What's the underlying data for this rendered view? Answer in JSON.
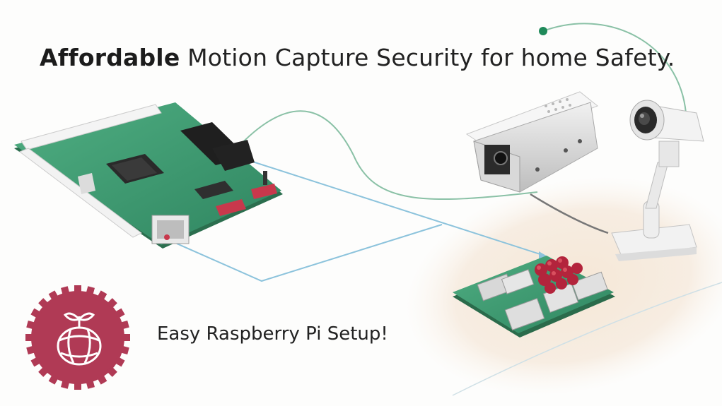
{
  "headline": {
    "bold": "Affordable",
    "rest": "Motion Capture Security for home Safety."
  },
  "tagline": "Easy Raspberry Pi Setup!",
  "colors": {
    "accent_green": "#1f8a5a",
    "line_green": "#8ac1a6",
    "wire_blue": "#8cc3dc",
    "badge_red": "#b03a55",
    "pcb_green": "#3c9a72",
    "glow_peach": "#f6ece1"
  },
  "icons": {
    "badge": "raspberry-gear-icon",
    "dot": "accent-dot-icon"
  }
}
